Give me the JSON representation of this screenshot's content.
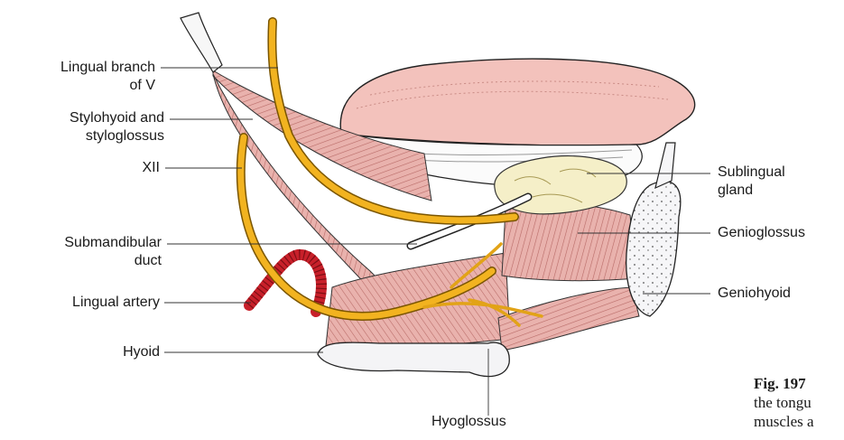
{
  "labels": {
    "lingual_branch": [
      "Lingual branch",
      "of V"
    ],
    "stylohyoid": [
      "Stylohyoid and",
      "styloglossus"
    ],
    "xii": "XII",
    "submandibular": [
      "Submandibular",
      "duct"
    ],
    "lingual_artery": "Lingual artery",
    "hyoid": "Hyoid",
    "hyoglossus": "Hyoglossus",
    "sublingual": [
      "Sublingual",
      "gland"
    ],
    "genioglossus": "Genioglossus",
    "geniohyoid": "Geniohyoid"
  },
  "caption": {
    "fig_no": "Fig. 197",
    "line2": "the tongu",
    "line3": "muscles a"
  },
  "colors": {
    "nerve": "#f2b320",
    "nerve_outline": "#7a5500",
    "artery": "#c8202a",
    "muscle": "#e7aaa6",
    "muscle_striation": "#b86a66",
    "tongue": "#f3c2bc",
    "gland": "#f5efc8",
    "bone": "#f4f4f6",
    "line": "#333333"
  }
}
